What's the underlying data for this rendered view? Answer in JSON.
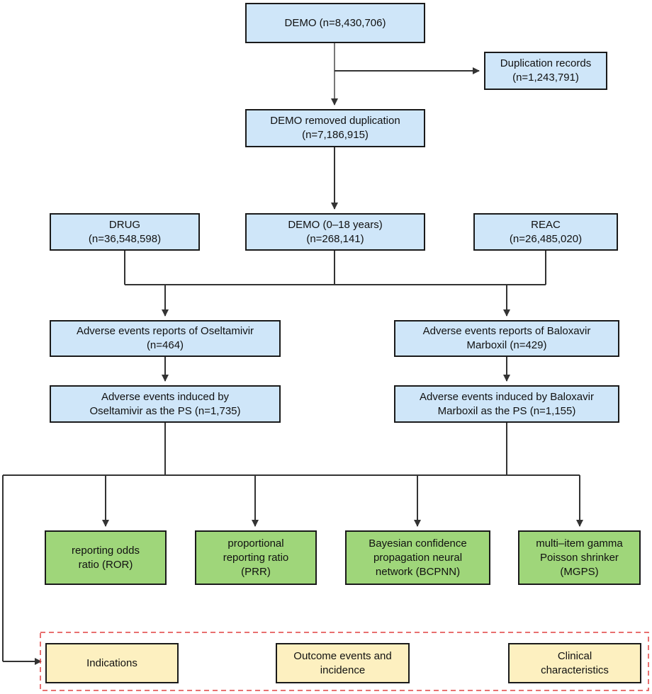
{
  "nodes": {
    "demo_all": {
      "line1": "DEMO (n=8,430,706)",
      "line2": ""
    },
    "duplication": {
      "line1": "Duplication records",
      "line2": "(n=1,243,791)"
    },
    "demo_dedup": {
      "line1": "DEMO removed duplication",
      "line2": "(n=7,186,915)"
    },
    "drug": {
      "line1": "DRUG",
      "line2": "(n=36,548,598)"
    },
    "demo_age": {
      "line1": "DEMO (0–18 years)",
      "line2": "(n=268,141)"
    },
    "reac": {
      "line1": "REAC",
      "line2": "(n=26,485,020)"
    },
    "ose_reports": {
      "line1": "Adverse events reports of Oseltamivir",
      "line2": "(n=464)"
    },
    "bal_reports": {
      "line1": "Adverse events reports of Baloxavir",
      "line2": "Marboxil (n=429)"
    },
    "ose_events": {
      "line1": "Adverse events induced by",
      "line2": "Oseltamivir as the PS (n=1,735)"
    },
    "bal_events": {
      "line1": "Adverse events induced by Baloxavir",
      "line2": "Marboxil as the PS (n=1,155)"
    },
    "ror": {
      "line1": "reporting odds",
      "line2": "ratio (ROR)",
      "line3": ""
    },
    "prr": {
      "line1": "proportional",
      "line2": "reporting ratio",
      "line3": "(PRR)"
    },
    "bcpnn": {
      "line1": "Bayesian confidence",
      "line2": "propagation neural",
      "line3": "network (BCPNN)"
    },
    "mgps": {
      "line1": "multi–item gamma",
      "line2": "Poisson shrinker",
      "line3": "(MGPS)"
    },
    "indications": {
      "line1": "Indications",
      "line2": ""
    },
    "outcome": {
      "line1": "Outcome events and",
      "line2": "incidence"
    },
    "clinical": {
      "line1": "Clinical",
      "line2": "characteristics"
    }
  },
  "colors": {
    "stage_box": "#cfe6f9",
    "method_box": "#9fd67a",
    "result_box": "#fdf0c0",
    "dashed_frame": "#e04040",
    "connector": "#333333"
  }
}
